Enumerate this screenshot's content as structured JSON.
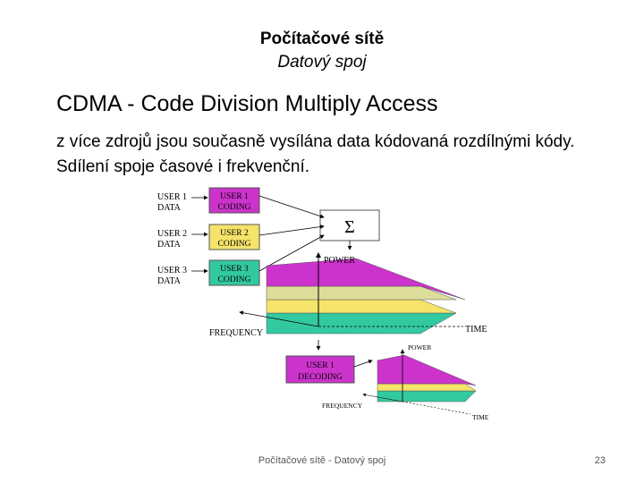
{
  "slide": {
    "title": "Počítačové sítě",
    "subtitle": "Datový spoj",
    "heading": "CDMA - Code Division Multiply Access",
    "body": "z více zdrojů jsou současně vysílána data kódovaná rozdílnými kódy. Sdílení  spoje časové i frekvenční.",
    "footer": "Počítačové sítě - Datový spoj",
    "page_number": "23"
  },
  "diagram": {
    "inputs": [
      {
        "label_line1": "USER 1",
        "label_line2": "DATA",
        "box_line1": "USER 1",
        "box_line2": "CODING",
        "color": "#cc33cc"
      },
      {
        "label_line1": "USER 2",
        "label_line2": "DATA",
        "box_line1": "USER 2",
        "box_line2": "CODING",
        "color": "#f5e36a"
      },
      {
        "label_line1": "USER 3",
        "label_line2": "DATA",
        "box_line1": "USER 3",
        "box_line2": "CODING",
        "color": "#33c9a0"
      }
    ],
    "sum_symbol": "Σ",
    "power_label": "POWER",
    "time_label": "TIME",
    "frequency_label": "FREQUENCY",
    "decoder_line1": "USER 1",
    "decoder_line2": "DECODING",
    "power_label_2": "POWER",
    "frequency_label_2": "FREQUENCY",
    "time_label_2": "TIME",
    "colors": {
      "purple": "#cc33cc",
      "yellow": "#f5e36a",
      "teal": "#33c9a0",
      "box_border": "#555555"
    }
  }
}
